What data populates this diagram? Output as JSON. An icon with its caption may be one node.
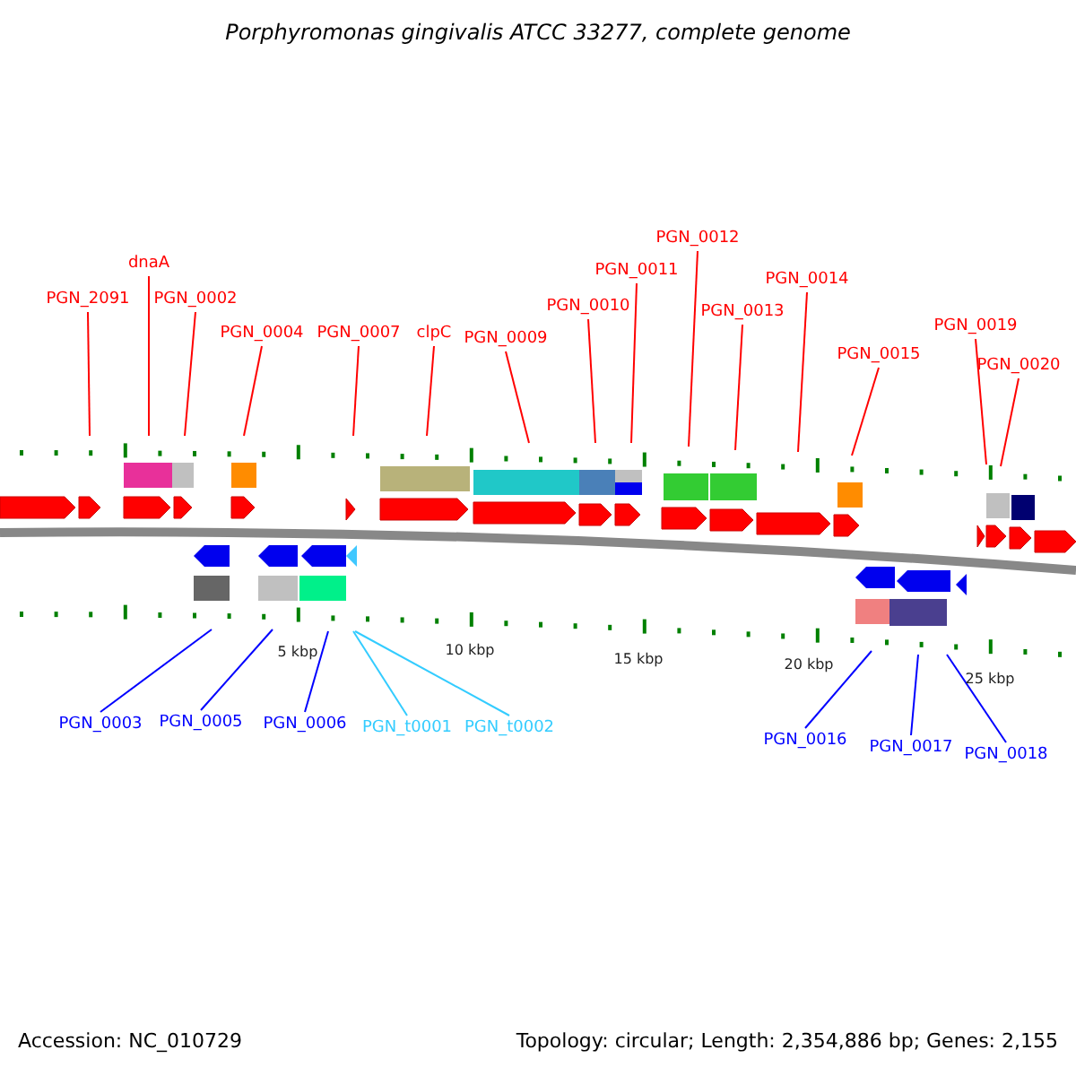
{
  "diagram": {
    "title": "Porphyromonas gingivalis ATCC 33277, complete genome",
    "nodes": [
      {
        "text": [
          "PGN_2091"
        ]
      },
      {
        "text": [
          "dnaA"
        ]
      },
      {
        "text": [
          "PGN_0002"
        ]
      },
      {
        "text": [
          "PGN_0004"
        ]
      },
      {
        "text": [
          "PGN_0007"
        ]
      },
      {
        "text": [
          "clpC"
        ]
      },
      {
        "text": [
          "PGN_0009"
        ]
      },
      {
        "text": [
          "PGN_0010"
        ]
      },
      {
        "text": [
          "PGN_0011"
        ]
      },
      {
        "text": [
          "PGN_0012"
        ]
      },
      {
        "text": [
          "PGN_0013"
        ]
      },
      {
        "text": [
          "PGN_0014"
        ]
      },
      {
        "text": [
          "PGN_0015"
        ]
      },
      {
        "text": [
          "PGN_0019"
        ]
      },
      {
        "text": [
          "PGN_0020"
        ]
      },
      {
        "text": [
          "PGN_0003"
        ]
      },
      {
        "text": [
          "PGN_0005"
        ]
      },
      {
        "text": [
          "PGN_0006"
        ]
      },
      {
        "text": [
          "PGN_t0001"
        ]
      },
      {
        "text": [
          "PGN_t0002"
        ]
      },
      {
        "text": [
          "PGN_0016"
        ]
      },
      {
        "text": [
          "PGN_0017"
        ]
      },
      {
        "text": [
          "PGN_0018"
        ]
      }
    ],
    "edges": [
      {
        "from": 0,
        "to": null,
        "arrow": "none"
      },
      {
        "from": 1,
        "to": null,
        "arrow": "none"
      },
      {
        "from": 2,
        "to": null,
        "arrow": "none"
      },
      {
        "from": 3,
        "to": null,
        "arrow": "none"
      },
      {
        "from": 4,
        "to": null,
        "arrow": "none"
      },
      {
        "from": 5,
        "to": null,
        "arrow": "none"
      },
      {
        "from": 6,
        "to": null,
        "arrow": "none"
      },
      {
        "from": 7,
        "to": null,
        "arrow": "none"
      },
      {
        "from": 8,
        "to": null,
        "arrow": "none"
      },
      {
        "from": 9,
        "to": null,
        "arrow": "none"
      },
      {
        "from": 10,
        "to": null,
        "arrow": "none"
      },
      {
        "from": 11,
        "to": null,
        "arrow": "none"
      },
      {
        "from": 12,
        "to": null,
        "arrow": "none"
      },
      {
        "from": 13,
        "to": null,
        "arrow": "none"
      },
      {
        "from": 14,
        "to": null,
        "arrow": "none"
      },
      {
        "from": 15,
        "to": null,
        "arrow": "none",
        "color": "#0000ff"
      },
      {
        "from": 16,
        "to": null,
        "arrow": "none",
        "color": "#0000ff"
      },
      {
        "from": 17,
        "to": null,
        "arrow": "none",
        "color": "#0000ff"
      },
      {
        "from": 18,
        "to": null,
        "arrow": "none",
        "color": "#33ccff"
      },
      {
        "from": 19,
        "to": null,
        "arrow": "none",
        "color": "#33ccff"
      },
      {
        "from": 20,
        "to": null,
        "arrow": "none",
        "color": "#0000ff"
      },
      {
        "from": 21,
        "to": null,
        "arrow": "none",
        "color": "#0000ff"
      },
      {
        "from": 22,
        "to": null,
        "arrow": "none",
        "color": "#0000ff"
      }
    ],
    "labels": [
      "5 kbp",
      "10 kbp",
      "15 kbp",
      "20 kbp",
      "25 kbp",
      "Accession: NC_010729",
      "Topology: circular; Length: 2,354,886 bp; Genes: 2,155"
    ]
  }
}
